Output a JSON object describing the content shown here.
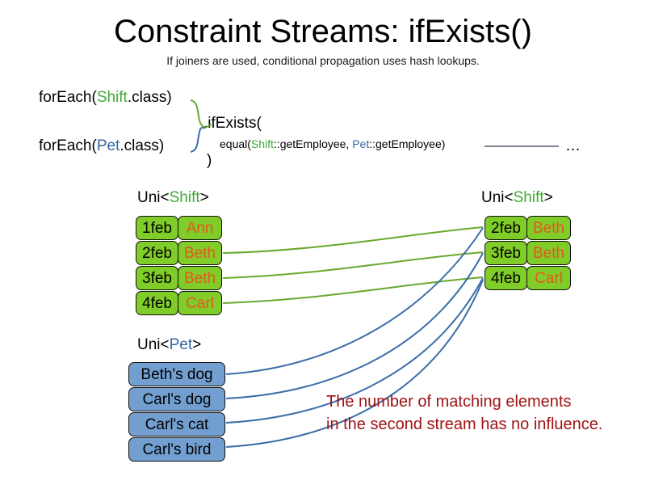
{
  "slide": {
    "title": "Constraint Streams: ifExists()",
    "subtitle": "If joiners are used, conditional propagation uses hash lookups."
  },
  "code": {
    "foreach_shift": {
      "prefix": "forEach(",
      "type": "Shift",
      "suffix": ".class)"
    },
    "foreach_pet": {
      "prefix": "forEach(",
      "type": "Pet",
      "suffix": ".class)"
    },
    "if_exists": ".ifExists(",
    "equal": {
      "prefix": "equal(",
      "left_type": "Shift",
      "left_ref": "::getEmployee, ",
      "right_type": "Pet",
      "right_ref": "::getEmployee)"
    },
    "close_paren": ")",
    "ellipsis": "…"
  },
  "captions": {
    "left_stream": {
      "prefix": "Uni<",
      "type": "Shift",
      "suffix": ">"
    },
    "right_stream": {
      "prefix": "Uni<",
      "type": "Shift",
      "suffix": ">"
    },
    "pet_stream": {
      "prefix": "Uni<",
      "type": "Pet",
      "suffix": ">"
    }
  },
  "left_shift_rows": [
    {
      "date": "1feb",
      "employee": "Ann"
    },
    {
      "date": "2feb",
      "employee": "Beth"
    },
    {
      "date": "3feb",
      "employee": "Beth"
    },
    {
      "date": "4feb",
      "employee": "Carl"
    }
  ],
  "right_shift_rows": [
    {
      "date": "2feb",
      "employee": "Beth"
    },
    {
      "date": "3feb",
      "employee": "Beth"
    },
    {
      "date": "4feb",
      "employee": "Carl"
    }
  ],
  "pet_rows": [
    {
      "label": "Beth's dog"
    },
    {
      "label": "Carl's dog"
    },
    {
      "label": "Carl's cat"
    },
    {
      "label": "Carl's bird"
    }
  ],
  "note": {
    "line1": "The number of matching elements",
    "line2": "in the second stream has no influence."
  },
  "colors": {
    "shift_green": "#80cc28",
    "shift_green_text": "#3faa35",
    "employee_orange": "#e4581f",
    "pet_blue": "#739fd0",
    "pet_blue_text": "#3465a4",
    "wire_green": "#6aa82e",
    "wire_blue": "#3a6ea8",
    "note_red": "#a01414",
    "join_line": "#8a7f92"
  }
}
